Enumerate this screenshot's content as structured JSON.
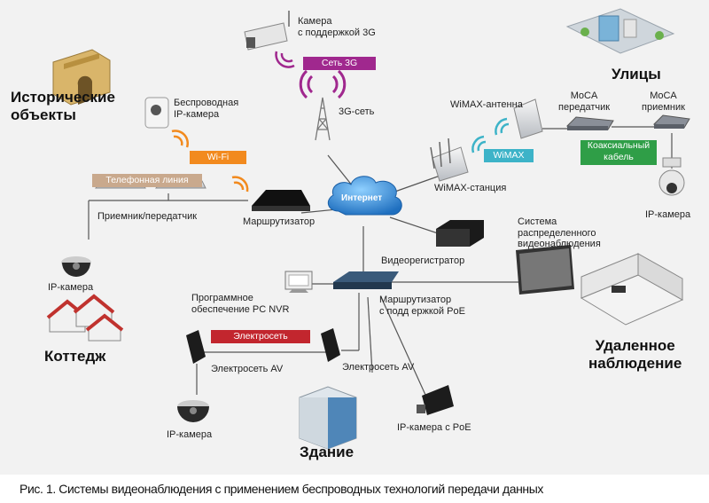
{
  "labels": {
    "camera_3g": "Камера\nс поддержкой 3G",
    "net_3g_tag": "Сеть 3G",
    "net_3g": "3G-сеть",
    "historic": "Исторические\nобъекты",
    "wireless_cam": "Беспроводная\nIP-камера",
    "wifi_tag": "Wi-Fi",
    "phone_line_tag": "Телефонная линия",
    "transceiver": "Приемник/передатчик",
    "router": "Маршрутизатор",
    "internet": "Интернет",
    "wimax_antenna": "WiMAX-антенна",
    "wimax_tag": "WiMAX",
    "wimax_station": "WiMAX-станция",
    "moca_tx": "MoCA\nпередатчик",
    "moca_rx": "MoCA\nприемник",
    "coax_tag": "Коаксиальный\nкабель",
    "streets": "Улицы",
    "ip_cam_streets": "IP-камера",
    "ip_cam_cottage": "IP-камера",
    "cottage": "Коттедж",
    "dvr": "Видеорегистратор",
    "distributed": "Система\nраспределенного\nвидеонаблюдения",
    "nvr_software": "Программное\nобеспечение PC NVR",
    "poe_router": "Маршрутизатор\nс подд ержкой PoE",
    "power_tag": "Электросеть",
    "powerline_av_left": "Электросеть AV",
    "powerline_av_right": "Электросеть AV",
    "remote": "Удаленное\nнаблюдение",
    "ip_cam_bottom": "IP-камера",
    "building": "Здание",
    "ip_cam_poe": "IP-камера с PoE"
  },
  "caption": "Рис. 1. Системы видеонаблюдения с применением беспроводных технологий передачи данных",
  "colors": {
    "tag_3g": "#a0288e",
    "tag_wifi": "#f28a1e",
    "tag_phone": "#c9a98d",
    "tag_wimax": "#3db3c8",
    "tag_coax": "#2f9e47",
    "tag_power": "#c2262e",
    "cloud": "#2a8ad0"
  }
}
